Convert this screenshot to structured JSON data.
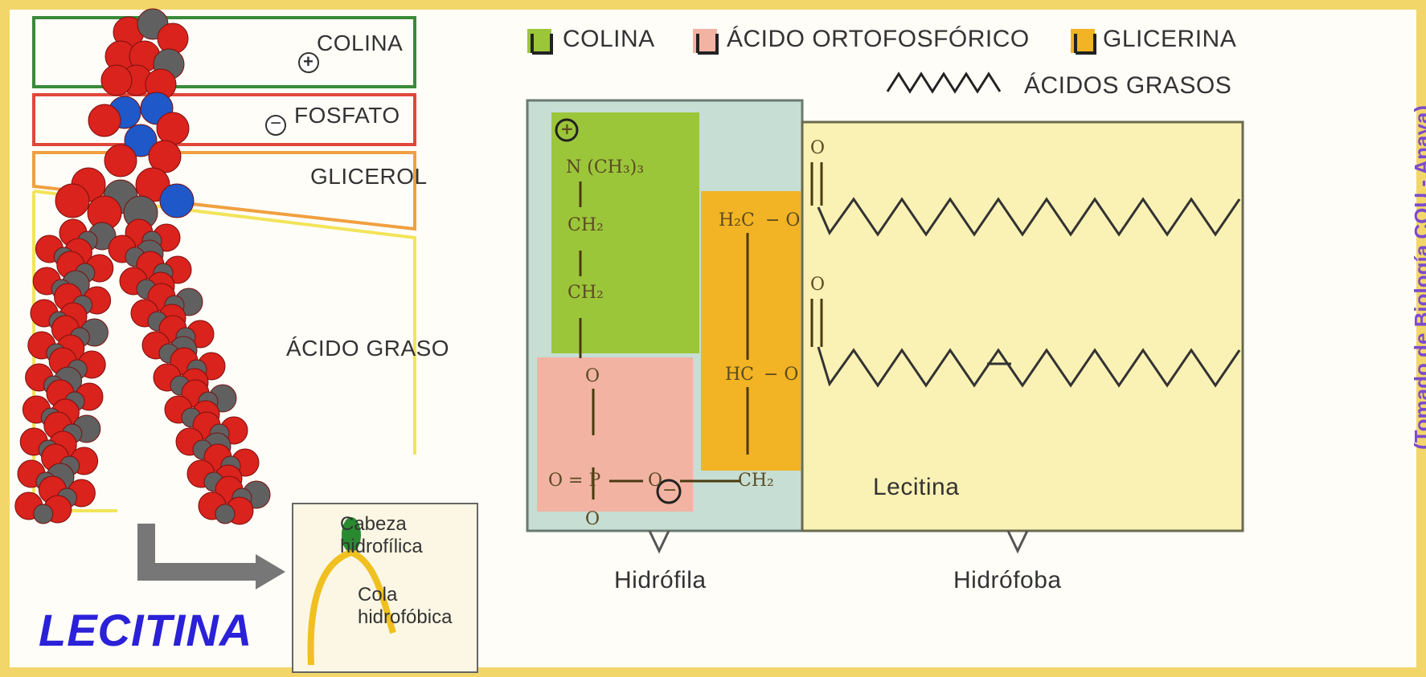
{
  "left_panel": {
    "labels": {
      "colina": "COLINA",
      "fosfato": "FOSFATO",
      "glicerol": "GLICEROL",
      "acido_graso": "ÁCIDO GRASO"
    },
    "charge_plus": "+",
    "charge_minus": "−",
    "colors": {
      "colina_box": "#3a8a3a",
      "fosfato_box": "#e0473a",
      "glicerol_box": "#f0a040",
      "acido_graso_box": "#f2e45a",
      "oxygen": "#d9231c",
      "carbon": "#606060",
      "nitrogen_phosphorus": "#1f58c8"
    },
    "title": "LECITINA"
  },
  "inset": {
    "head_label_1": "Cabeza",
    "head_label_2": "hidrofílica",
    "tail_label_1": "Cola",
    "tail_label_2": "hidrofóbica",
    "colors": {
      "head": "#2a8a30",
      "tail": "#f0c020"
    }
  },
  "legend": {
    "items": [
      {
        "label": "COLINA",
        "color": "#9cc63a"
      },
      {
        "label": "ÁCIDO ORTOFOSFÓRICO",
        "color": "#f2b3a3"
      },
      {
        "label": "GLICERINA",
        "color": "#f2b324"
      }
    ],
    "fatty_acids_label": "ÁCIDOS GRASOS"
  },
  "structure": {
    "colina_formula": "N (CH₃)₃",
    "ch2_a": "CH₂",
    "ch2_b": "CH₂",
    "phosphate_o_top": "O",
    "phosphate_p": "O = P",
    "phosphate_o_mid": "O",
    "phosphate_o_bottom": "O",
    "glycerol_h2c": "H₂C",
    "glycerol_hc": "HC",
    "glycerol_ch2": "CH₂",
    "ester_o_1": "− O",
    "ester_o_2": "− O",
    "carbonyl_o_1": "O",
    "carbonyl_o_2": "O",
    "charge_plus": "+",
    "charge_minus": "−",
    "lecitina_label": "Lecitina",
    "hidrofila_label": "Hidrófila",
    "hidrofoba_label": "Hidrófoba",
    "colors": {
      "hydrophilic_bg": "#c6ded3",
      "hydrophobic_bg": "#faf1b4",
      "colina": "#9cc63a",
      "fosforico": "#f2b3a3",
      "glicerina": "#f2b324"
    }
  },
  "credit": "(Tomado de Biología COU - Anaya)"
}
